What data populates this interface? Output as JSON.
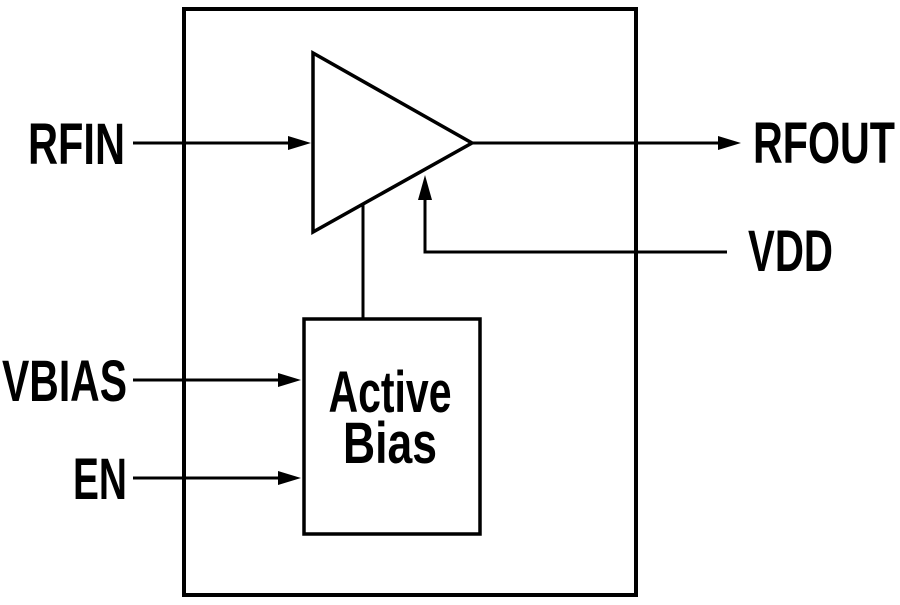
{
  "colors": {
    "ink": "#000000",
    "background": "#ffffff"
  },
  "pins": {
    "rfin": "RFIN",
    "rfout": "RFOUT",
    "vdd": "VDD",
    "vbias": "VBIAS",
    "en": "EN"
  },
  "blocks": {
    "active_bias": {
      "line1": "Active",
      "line2": "Bias"
    }
  },
  "icons": {
    "amplifier": "amplifier-triangle-icon",
    "wire_terminal": "filled-arrowhead-icon"
  }
}
